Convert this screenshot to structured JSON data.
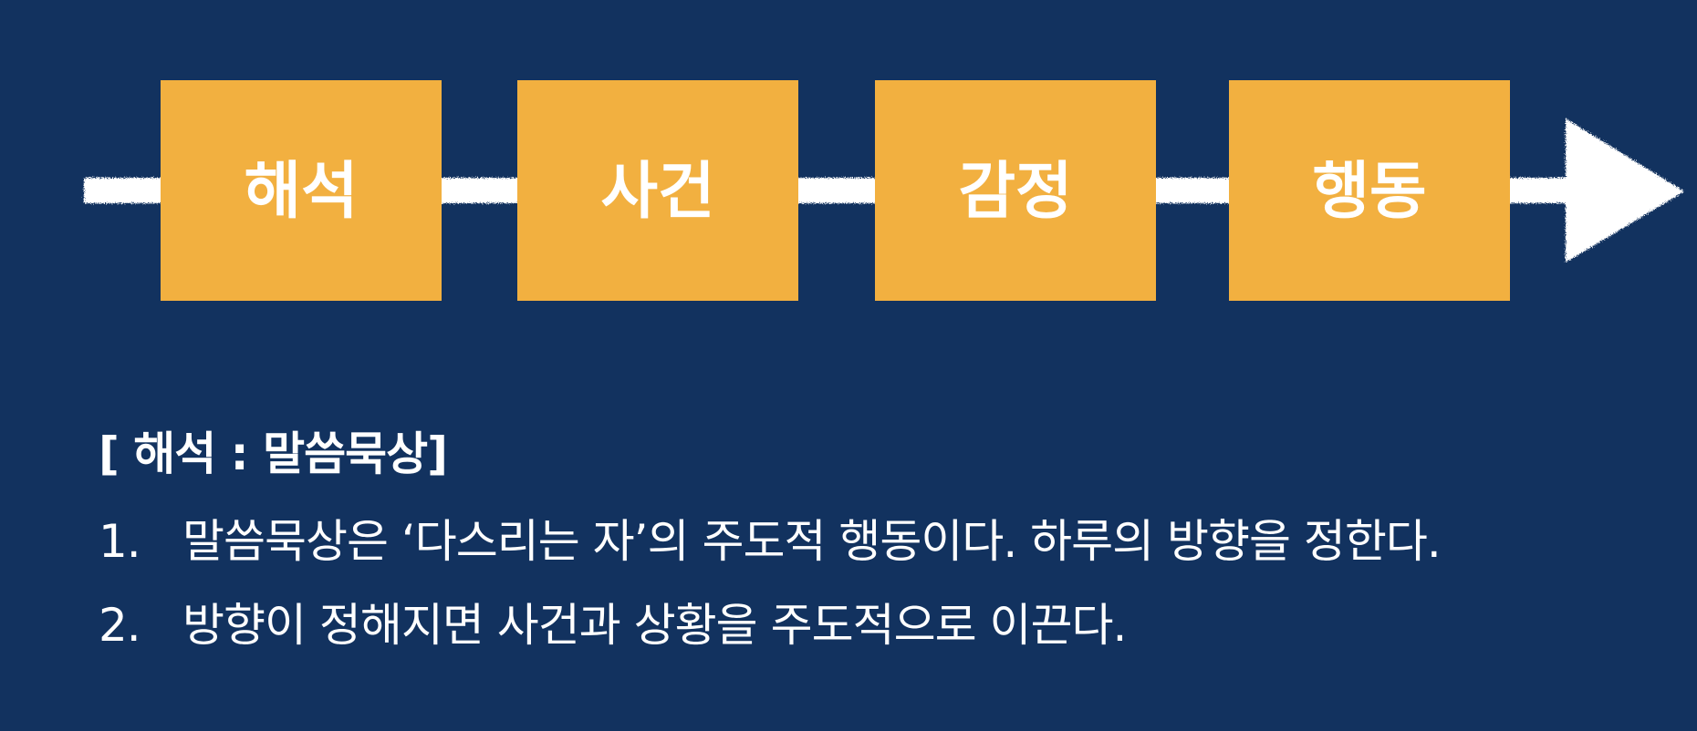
{
  "flow": {
    "steps": [
      {
        "label": "해석"
      },
      {
        "label": "사건"
      },
      {
        "label": "감정"
      },
      {
        "label": "행동"
      }
    ],
    "colors": {
      "background": "#12325f",
      "box": "#f2b040",
      "arrow": "#ffffff",
      "text": "#ffffff"
    }
  },
  "section": {
    "heading": "[ 해석 : 말씀묵상]",
    "items": [
      {
        "number": "1.",
        "text": "말씀묵상은 ‘다스리는 자’의 주도적 행동이다. 하루의 방향을 정한다."
      },
      {
        "number": "2.",
        "text": "방향이 정해지면 사건과 상황을 주도적으로 이끈다."
      }
    ]
  }
}
